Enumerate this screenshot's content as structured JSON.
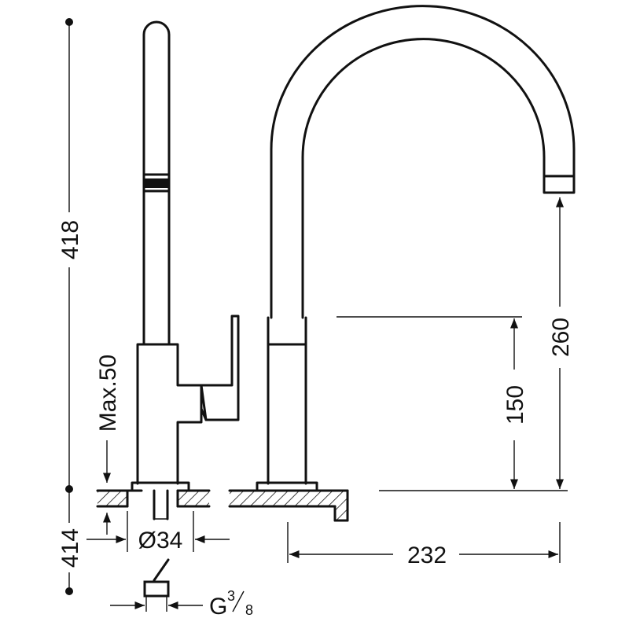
{
  "dimensions": {
    "overall_height": "418",
    "below_deck_length": "414",
    "max_deck_thickness": "Max.50",
    "hole_diameter": "Ø34",
    "connection_thread_main": "G",
    "connection_thread_sup": "3",
    "connection_thread_sub": "8",
    "spout_reach": "232",
    "body_height": "150",
    "spout_outlet_height": "260"
  }
}
